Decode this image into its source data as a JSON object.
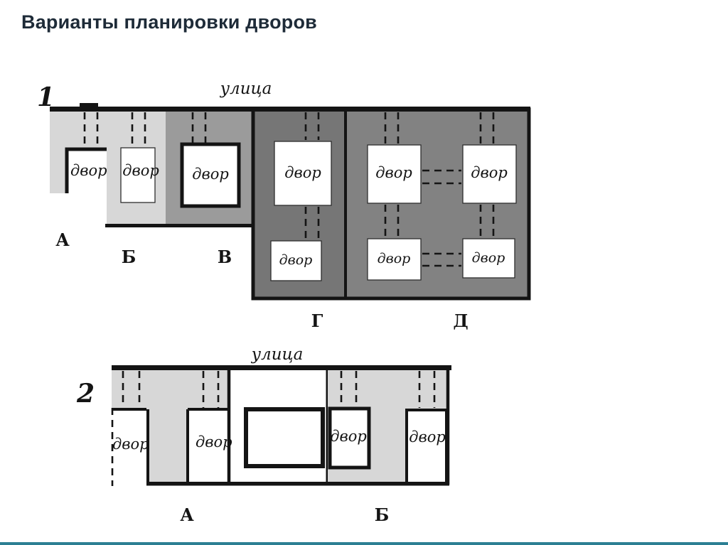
{
  "slide": {
    "title": "Варианты планировки дворов"
  },
  "labels": {
    "street": "улица",
    "courtyard": "двор"
  },
  "diagram1": {
    "number": "1",
    "sections": [
      "А",
      "Б",
      "В",
      "Г",
      "Д"
    ]
  },
  "diagram2": {
    "number": "2",
    "sections": [
      "А",
      "Б"
    ]
  },
  "colors": {
    "light_gray": "#d7d7d7",
    "medium_gray": "#9b9b9b",
    "dark_gray": "#767676",
    "dark_gray_alt": "#828282",
    "outline": "#141414",
    "accent_bottom_line": "#2c7f93",
    "title_text": "#1e2b38"
  }
}
